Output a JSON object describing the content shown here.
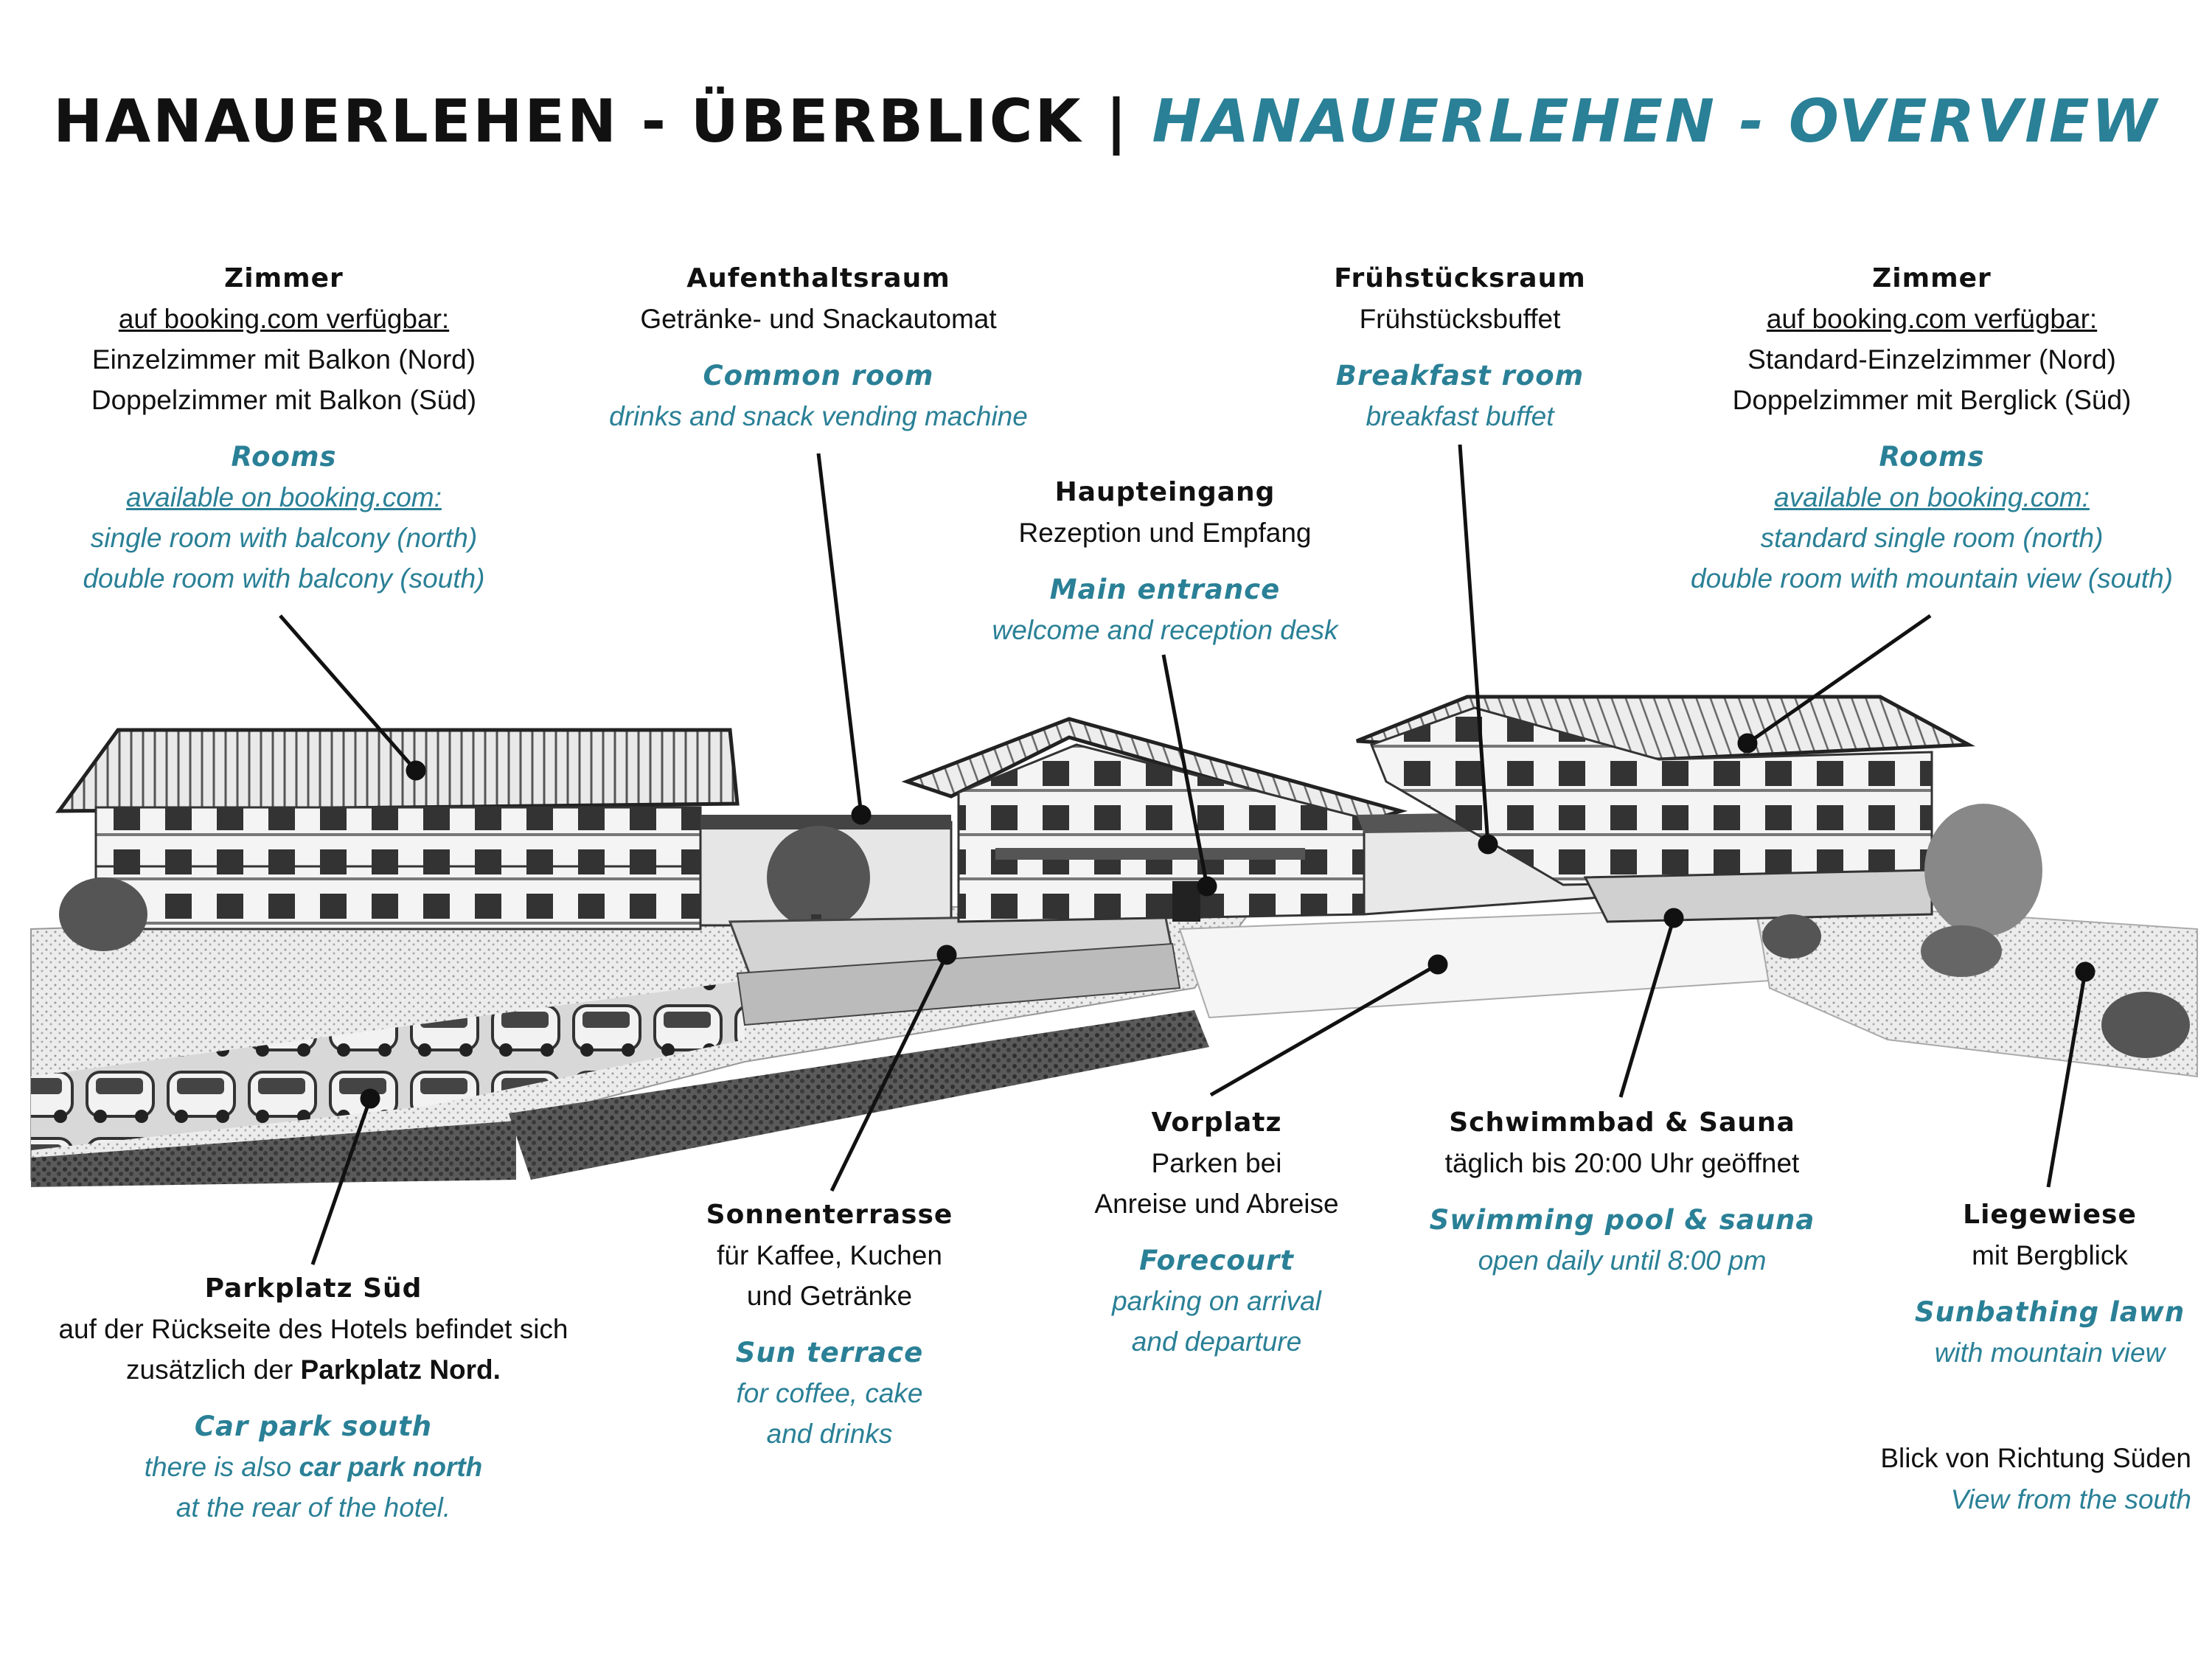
{
  "title": {
    "de": "HANAUERLEHEN - ÜBERBLICK",
    "sep": "|",
    "en": "HANAUERLEHEN - OVERVIEW"
  },
  "labels": {
    "zimmer_left": {
      "de_title": "Zimmer",
      "de_lines": [
        "auf booking.com verfügbar:",
        "Einzelzimmer mit Balkon (Nord)",
        "Doppelzimmer mit Balkon (Süd)"
      ],
      "en_title": "Rooms",
      "en_lines": [
        "available on booking.com:",
        "single room with balcony (north)",
        "double room with balcony (south)"
      ]
    },
    "aufenthaltsraum": {
      "de_title": "Aufenthaltsraum",
      "de_lines": [
        "Getränke- und Snackautomat"
      ],
      "en_title": "Common room",
      "en_lines": [
        "drinks and snack vending machine"
      ]
    },
    "haupteingang": {
      "de_title": "Haupteingang",
      "de_lines": [
        "Rezeption und Empfang"
      ],
      "en_title": "Main entrance",
      "en_lines": [
        "welcome and reception desk"
      ]
    },
    "fruehstuecksraum": {
      "de_title": "Frühstücksraum",
      "de_lines": [
        "Frühstücksbuffet"
      ],
      "en_title": "Breakfast room",
      "en_lines": [
        "breakfast buffet"
      ]
    },
    "zimmer_right": {
      "de_title": "Zimmer",
      "de_lines": [
        "auf booking.com verfügbar:",
        "Standard-Einzelzimmer (Nord)",
        "Doppelzimmer mit Berglick (Süd)"
      ],
      "en_title": "Rooms",
      "en_lines": [
        "available on booking.com:",
        "standard single room (north)",
        "double room with mountain view (south)"
      ]
    },
    "parkplatz_sued": {
      "de_title": "Parkplatz Süd",
      "de_line1": "auf der Rückseite des Hotels befindet sich",
      "de_line2_pre": "zusätzlich der ",
      "de_line2_bold": "Parkplatz Nord.",
      "en_title": "Car park south",
      "en_line1_pre": "there is also ",
      "en_line1_bold": "car park north",
      "en_line2": "at the rear of the hotel."
    },
    "sonnenterrasse": {
      "de_title": "Sonnenterrasse",
      "de_lines": [
        "für Kaffee, Kuchen",
        "und Getränke"
      ],
      "en_title": "Sun terrace",
      "en_lines": [
        "for coffee, cake",
        "and drinks"
      ]
    },
    "vorplatz": {
      "de_title": "Vorplatz",
      "de_lines": [
        "Parken bei",
        "Anreise und Abreise"
      ],
      "en_title": "Forecourt",
      "en_lines": [
        "parking on arrival",
        "and departure"
      ]
    },
    "schwimmbad": {
      "de_title": "Schwimmbad & Sauna",
      "de_lines": [
        "täglich bis 20:00 Uhr geöffnet"
      ],
      "en_title": "Swimming pool & sauna",
      "en_lines": [
        "open daily until 8:00 pm"
      ]
    },
    "liegewiese": {
      "de_title": "Liegewiese",
      "de_lines": [
        "mit Bergblick"
      ],
      "en_title": "Sunbathing lawn",
      "en_lines": [
        "with mountain view"
      ]
    }
  },
  "view": {
    "de": "Blick von Richtung Süden",
    "en": "View from the south"
  },
  "colors": {
    "accent": "#2a8096",
    "text": "#111111"
  }
}
